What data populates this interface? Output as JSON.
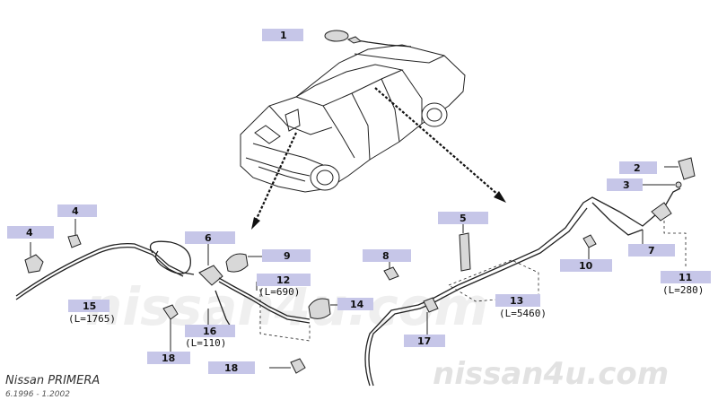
{
  "watermark": {
    "center": "nissan4u.com",
    "corner": "nissan4u.com"
  },
  "footer": {
    "model": "Nissan PRIMERA",
    "date_range": "6.1996 - 1.2002"
  },
  "callouts": [
    {
      "id": "c1",
      "label": "1"
    },
    {
      "id": "c2",
      "label": "2"
    },
    {
      "id": "c3",
      "label": "3"
    },
    {
      "id": "c4a",
      "label": "4"
    },
    {
      "id": "c4b",
      "label": "4"
    },
    {
      "id": "c5",
      "label": "5"
    },
    {
      "id": "c6",
      "label": "6"
    },
    {
      "id": "c7",
      "label": "7"
    },
    {
      "id": "c8",
      "label": "8"
    },
    {
      "id": "c9",
      "label": "9"
    },
    {
      "id": "c10",
      "label": "10"
    },
    {
      "id": "c11",
      "label": "11"
    },
    {
      "id": "c12",
      "label": "12"
    },
    {
      "id": "c13",
      "label": "13"
    },
    {
      "id": "c14",
      "label": "14"
    },
    {
      "id": "c15",
      "label": "15"
    },
    {
      "id": "c16",
      "label": "16"
    },
    {
      "id": "c17",
      "label": "17"
    },
    {
      "id": "c18a",
      "label": "18"
    },
    {
      "id": "c18b",
      "label": "18"
    }
  ],
  "lengths": {
    "l15": "(L=1765)",
    "l12": "(L=690)",
    "l16": "(L=110)",
    "l13": "(L=5460)",
    "l11": "(L=280)"
  }
}
